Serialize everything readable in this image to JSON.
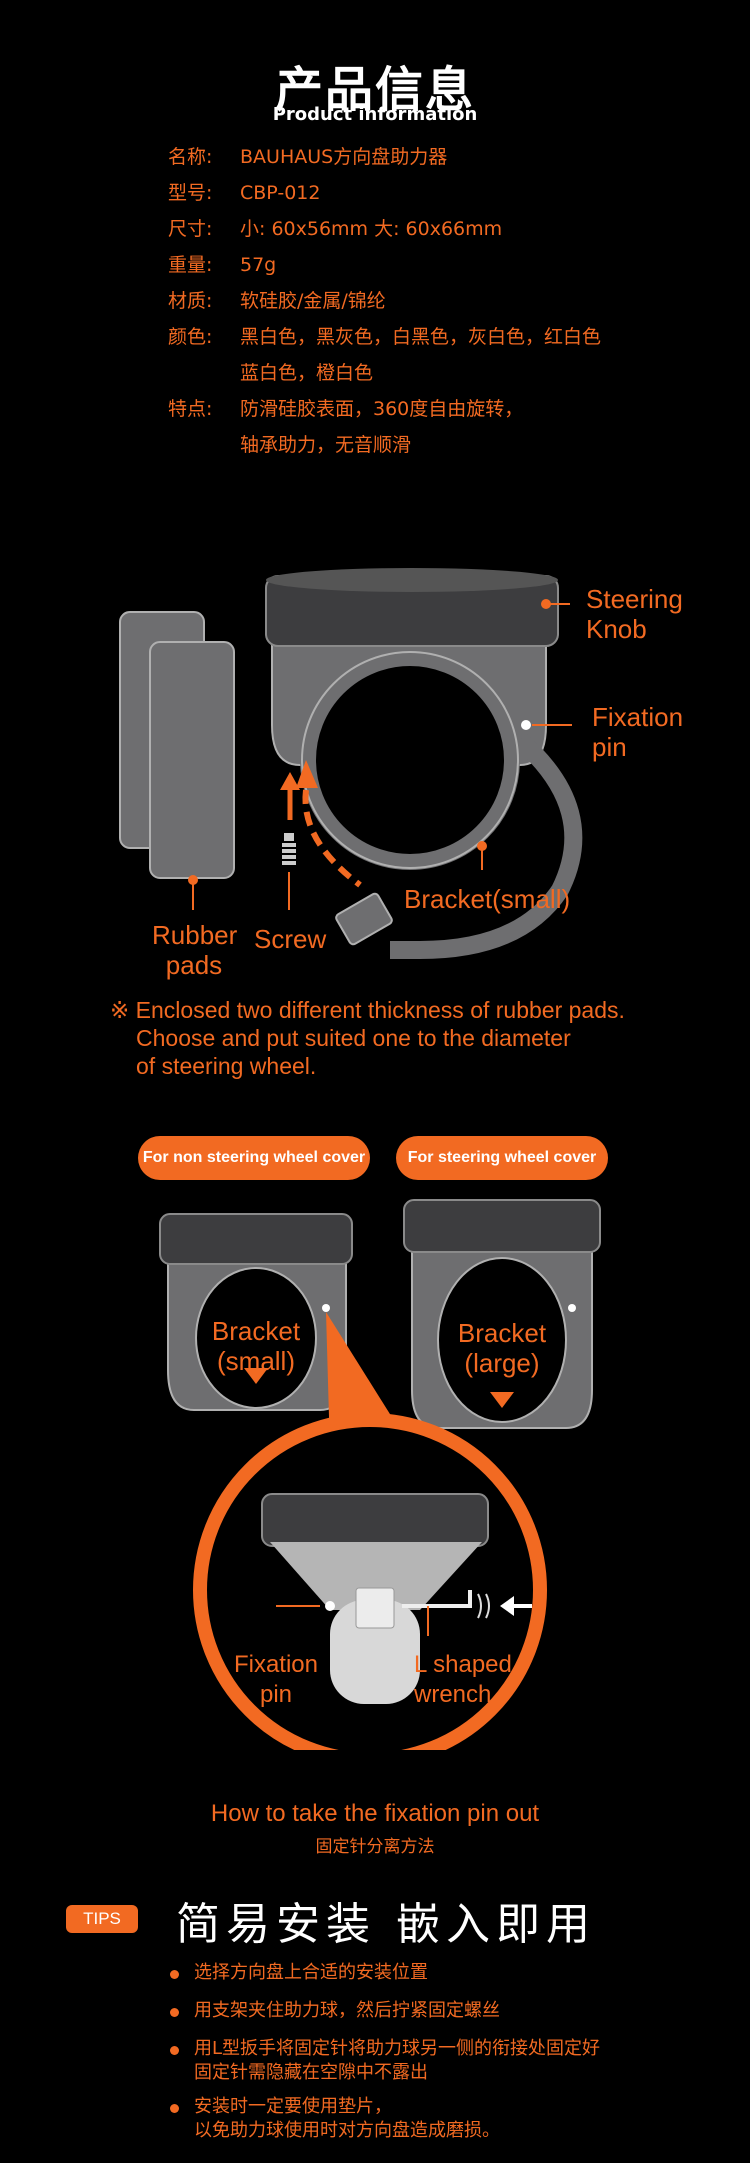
{
  "header": {
    "title_cn": "产品信息",
    "title_en": "Product information"
  },
  "specs": [
    {
      "key": "名称:",
      "value": "BAUHAUS方向盘助力器"
    },
    {
      "key": "型号:",
      "value": "CBP-012"
    },
    {
      "key": "尺寸:",
      "value": "小:  60x56mm 大: 60x66mm"
    },
    {
      "key": "重量:",
      "value": "57g"
    },
    {
      "key": "材质:",
      "value": "软硅胶/金属/锦纶"
    },
    {
      "key": "颜色:",
      "value": "黑白色，黑灰色，白黑色，灰白色，红白色"
    },
    {
      "key": "",
      "value": "蓝白色，橙白色"
    },
    {
      "key": "特点:",
      "value": "防滑硅胶表面，360度自由旋转，"
    },
    {
      "key": "",
      "value": "轴承助力，无音顺滑"
    }
  ],
  "diagram1": {
    "steering_knob": [
      "Steering",
      "Knob"
    ],
    "fixation_pin": [
      "Fixation",
      "pin"
    ],
    "bracket_small": "Bracket(small)",
    "rubber_pads": [
      "Rubber",
      "pads"
    ],
    "screw": "Screw"
  },
  "note": {
    "line1": "※ Enclosed two different thickness of rubber pads.",
    "line2": "Choose and put suited one to the diameter",
    "line3": "of steering wheel."
  },
  "diagram2": {
    "pill_left": "For non steering wheel cover",
    "pill_right": "For steering wheel cover",
    "bracket_small": [
      "Bracket",
      "(small)"
    ],
    "bracket_large": [
      "Bracket",
      "(large)"
    ],
    "fixation_pin": [
      "Fixation",
      "pin"
    ],
    "l_wrench": [
      "L shaped",
      "wrench"
    ]
  },
  "howto": {
    "en": "How to take the fixation pin out",
    "cn": "固定针分离方法"
  },
  "tips": {
    "badge": "TIPS",
    "title": "简易安装  嵌入即用",
    "items": [
      [
        "选择方向盘上合适的安装位置"
      ],
      [
        "用支架夹住助力球，然后拧紧固定螺丝"
      ],
      [
        "用L型扳手将固定针将助力球另一侧的衔接处固定好",
        "固定针需隐藏在空隙中不露出"
      ],
      [
        "安装时一定要使用垫片，",
        "以免助力球使用时对方向盘造成磨损。"
      ]
    ]
  },
  "colors": {
    "accent": "#f26a22",
    "body_gray": "#6e6e70",
    "dark_gray": "#3d3d3f",
    "background": "#000000"
  }
}
